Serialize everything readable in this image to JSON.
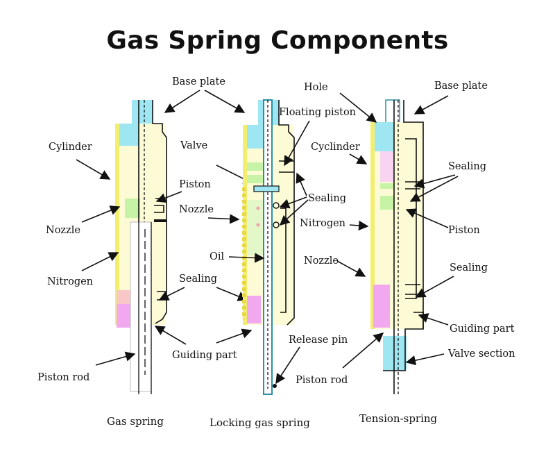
{
  "title": "Gas Spring Components",
  "panels": {
    "gas_spring": {
      "caption": "Gas spring",
      "labels": {
        "base_plate": "Base plate",
        "cylinder": "Cylinder",
        "valve": "Valve",
        "piston": "Piston",
        "nozzle_1": "Nozzle",
        "nozzle_2": "Nozzle",
        "nitrogen": "Nitrogen",
        "sealing": "Sealing",
        "guiding_part": "Guiding part",
        "piston_rod": "Piston rod"
      }
    },
    "locking_gas_spring": {
      "caption": "Locking gas spring",
      "labels": {
        "floating_piston": "Floating piston",
        "sealing": "Sealing",
        "oil": "Oil",
        "release_pin": "Release pin"
      }
    },
    "tension_spring": {
      "caption": "Tension-spring",
      "labels": {
        "hole": "Hole",
        "base_plate": "Base plate",
        "cyclinder": "Cyclinder",
        "sealing_1": "Sealing",
        "piston": "Piston",
        "nitrogen": "Nitrogen",
        "nozzle": "Nozzle",
        "sealing_2": "Sealing",
        "guiding_part": "Guiding part",
        "valve_section": "Valve section",
        "piston_rod": "Piston rod"
      }
    }
  },
  "colors": {
    "cylinder_fill": "#fdfbd6",
    "yellow_wall": "#f3ee6e",
    "cyan": "#9ee7f2",
    "pink": "#f2a8ee",
    "green": "#c7f3a6",
    "salmon": "#f8c8c8"
  }
}
